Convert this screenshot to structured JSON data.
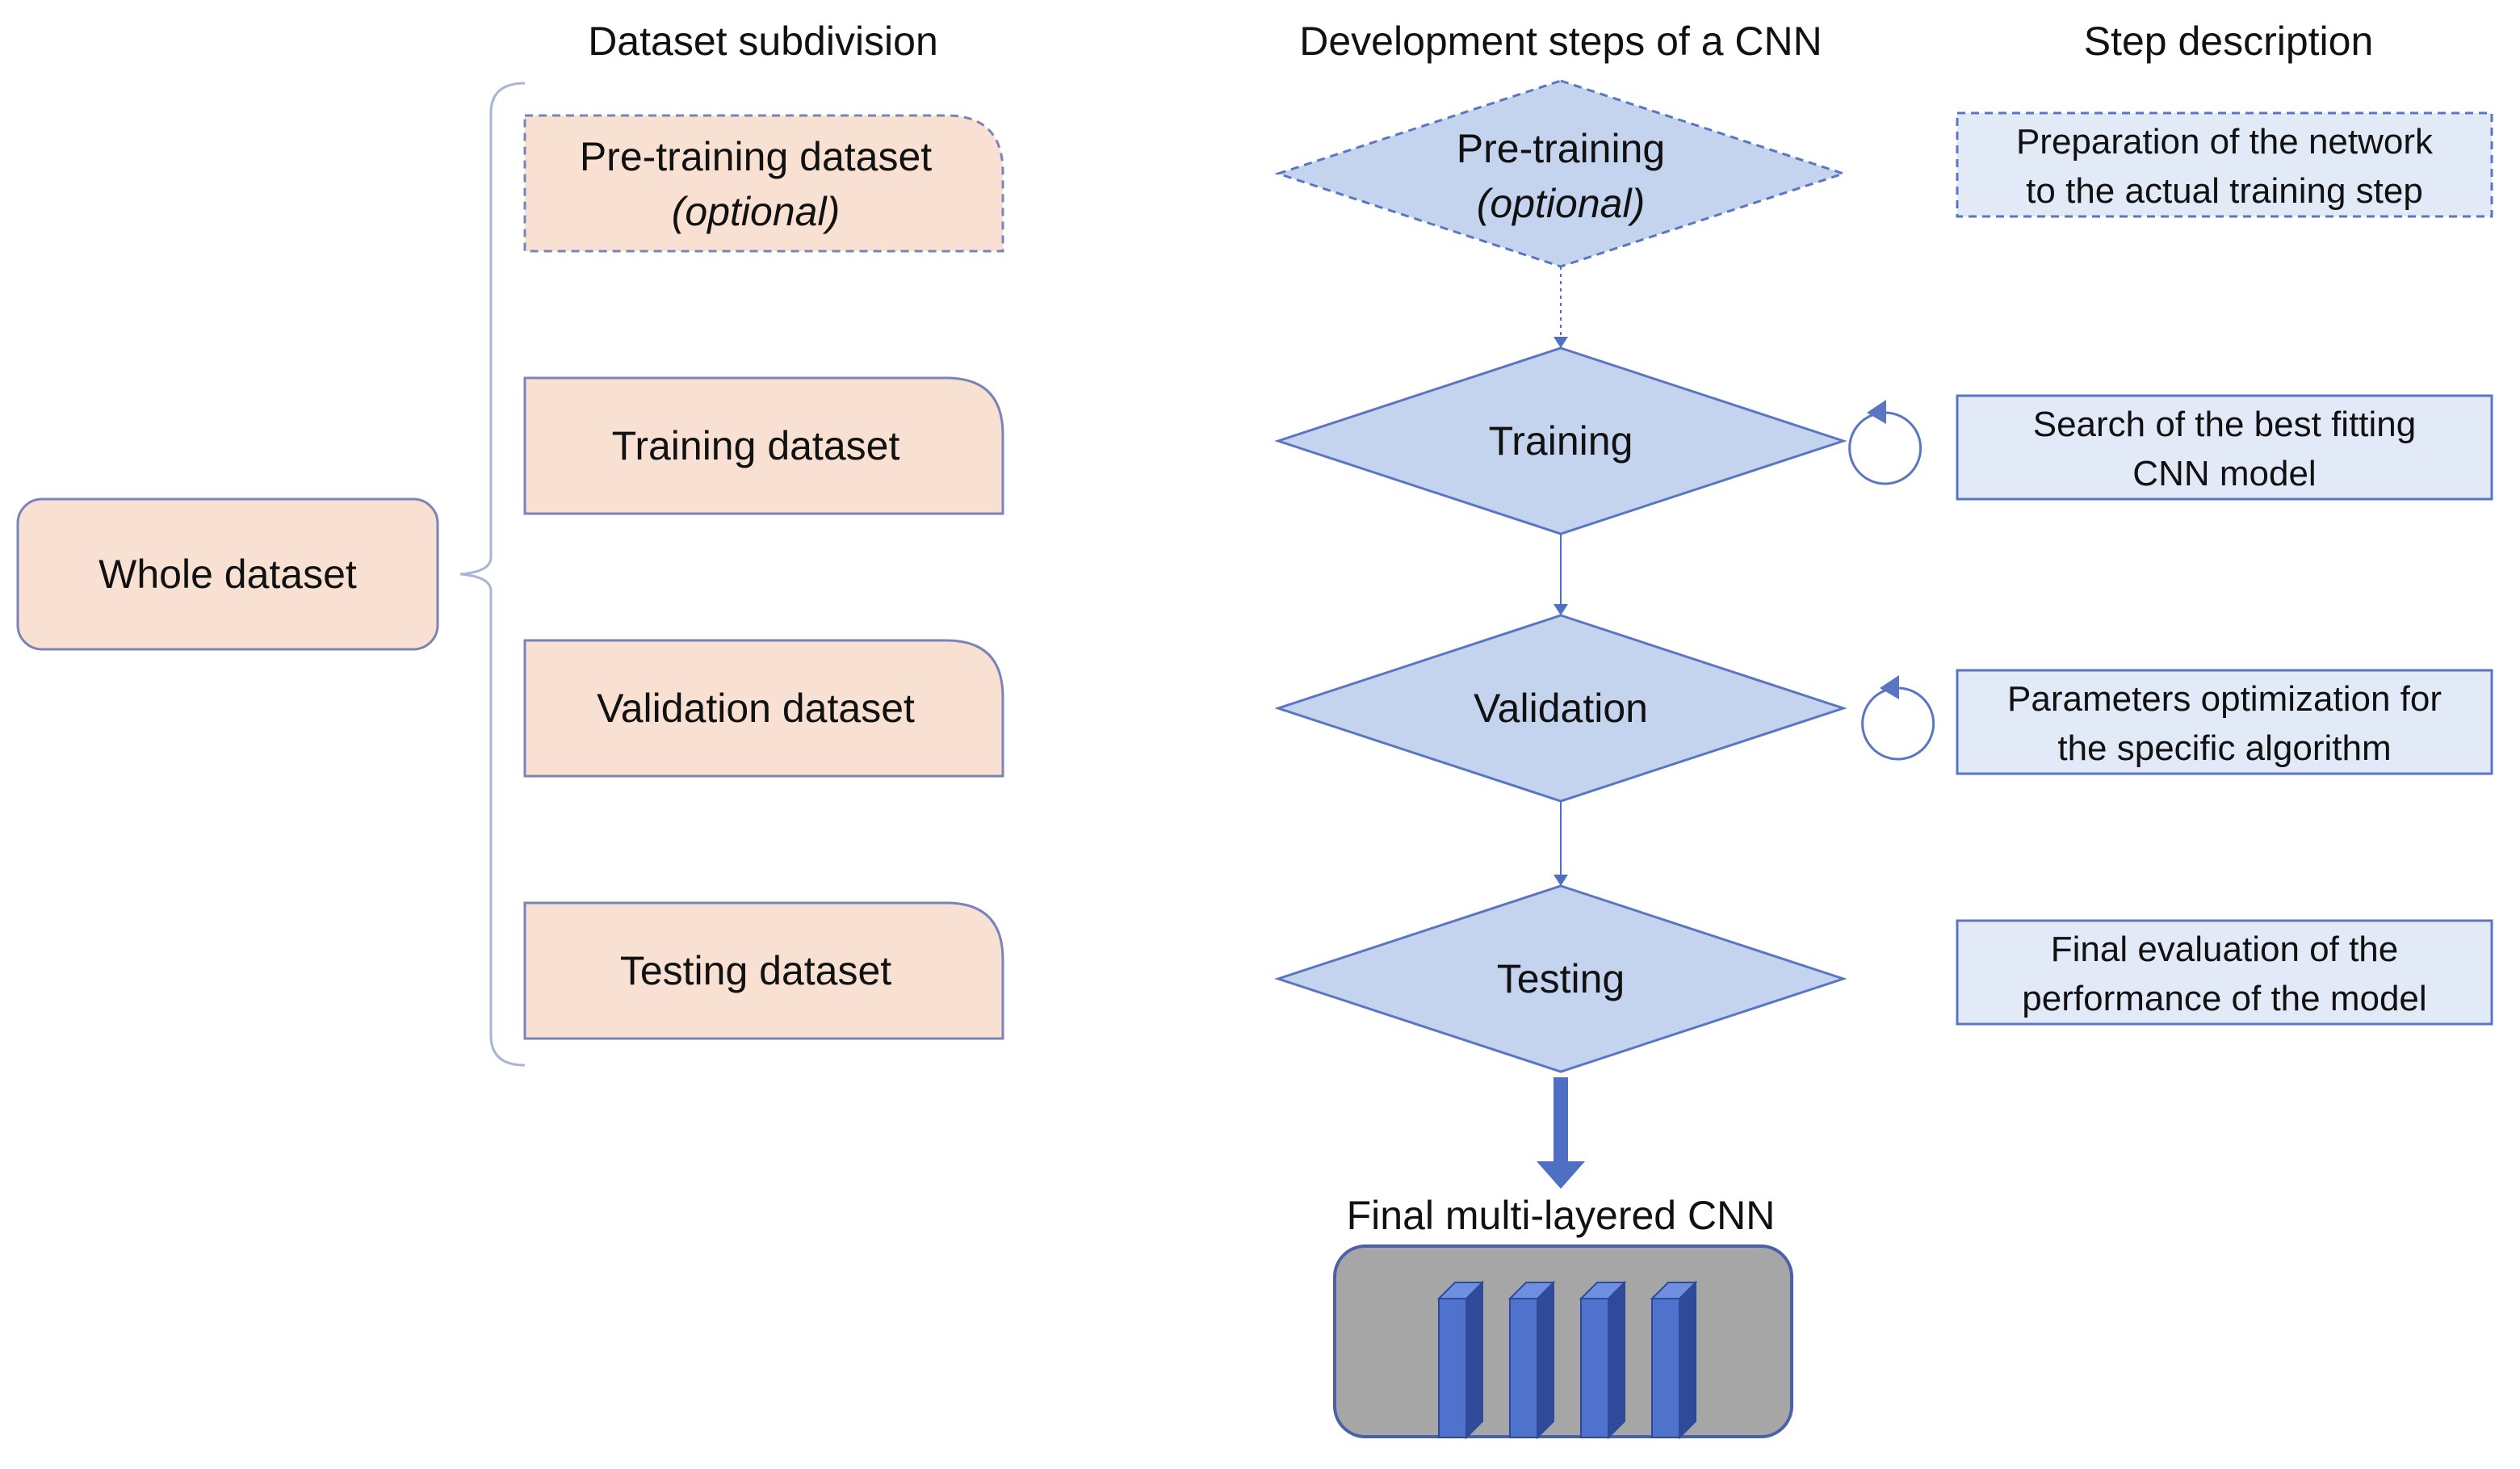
{
  "headings": {
    "dataset_subdivision": "Dataset subdivision",
    "development_steps": "Development steps of a CNN",
    "step_description": "Step description"
  },
  "whole_dataset": {
    "label": "Whole dataset"
  },
  "datasets": [
    {
      "label": "Pre-training dataset",
      "note": "(optional)",
      "dashed": true
    },
    {
      "label": "Training dataset",
      "note": "",
      "dashed": false
    },
    {
      "label": "Validation dataset",
      "note": "",
      "dashed": false
    },
    {
      "label": "Testing dataset",
      "note": "",
      "dashed": false
    }
  ],
  "steps": [
    {
      "label": "Pre-training",
      "note": "(optional)",
      "dashed": true,
      "loop": false
    },
    {
      "label": "Training",
      "note": "",
      "dashed": false,
      "loop": true
    },
    {
      "label": "Validation",
      "note": "",
      "dashed": false,
      "loop": true
    },
    {
      "label": "Testing",
      "note": "",
      "dashed": false,
      "loop": false
    }
  ],
  "descriptions": [
    {
      "line1": "Preparation of the network",
      "line2": "to the actual training step",
      "dashed": true
    },
    {
      "line1": "Search of the best fitting",
      "line2": "CNN model",
      "dashed": false
    },
    {
      "line1": "Parameters optimization for",
      "line2": "the specific algorithm",
      "dashed": false
    },
    {
      "line1": "Final evaluation of the",
      "line2": "performance of the model",
      "dashed": false
    }
  ],
  "final_model": {
    "label": "Final multi-layered CNN",
    "layer_count": 4
  },
  "colors": {
    "dataset_fill": "#f8e1d2",
    "dataset_stroke": "#7a84b8",
    "step_fill": "#c5d4ee",
    "step_stroke": "#5a76c2",
    "desc_fill": "#e3eaf7",
    "desc_stroke": "#5a76c2",
    "bracket": "#a9b4d8",
    "arrow": "#4f6fc2",
    "final_box_fill": "#a6a6a6",
    "final_box_stroke": "#4a60a8",
    "layer_front": "#4f72cc",
    "layer_side": "#2f4a99",
    "layer_top": "#6f8fe0"
  }
}
